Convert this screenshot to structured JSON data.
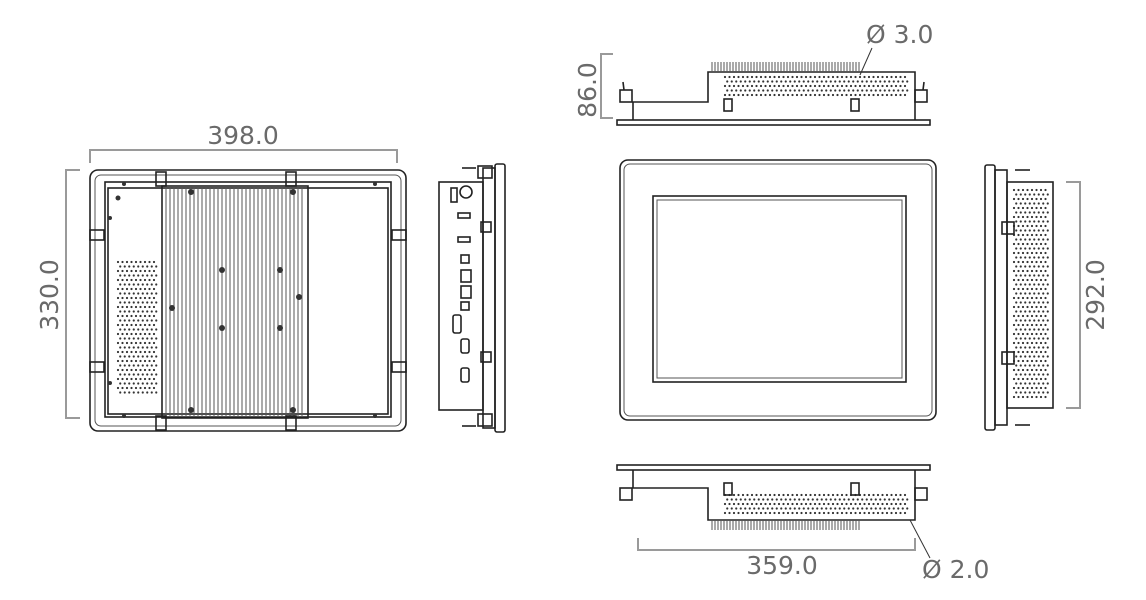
{
  "dimensions": {
    "width": "398.0",
    "height": "330.0",
    "depth": "86.0",
    "hole_top": "Ø 3.0",
    "display_height": "292.0",
    "display_width": "359.0",
    "hole_bottom": "Ø 2.0"
  },
  "colors": {
    "outline": "#222222",
    "dimension": "#6a6a6a"
  }
}
